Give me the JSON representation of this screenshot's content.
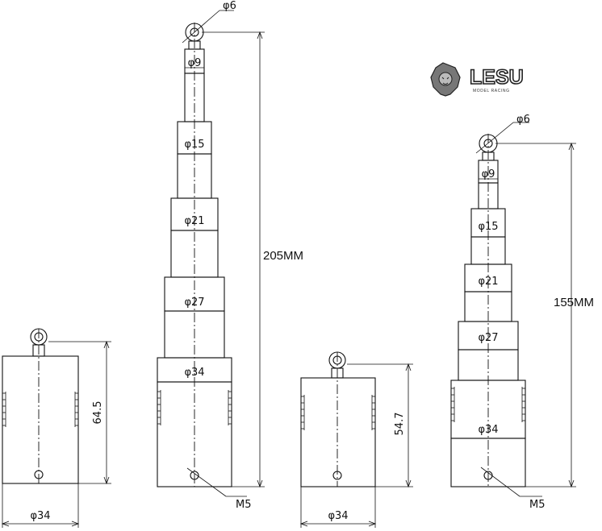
{
  "brand": {
    "name": "LESU",
    "tagline": "MODEL RACING"
  },
  "left_cylinder": {
    "extended_length": "205MM",
    "retracted_length": "64.5",
    "eye_diameter": "φ6",
    "stage_diameters": [
      "φ9",
      "φ15",
      "φ21",
      "φ27",
      "φ34"
    ],
    "base_width": "φ34",
    "mount_thread": "M5"
  },
  "right_cylinder": {
    "extended_length": "155MM",
    "retracted_length": "54.7",
    "eye_diameter": "φ6",
    "stage_diameters": [
      "φ9",
      "φ15",
      "φ21",
      "φ27",
      "φ34"
    ],
    "base_width": "φ34",
    "mount_thread": "M5"
  }
}
